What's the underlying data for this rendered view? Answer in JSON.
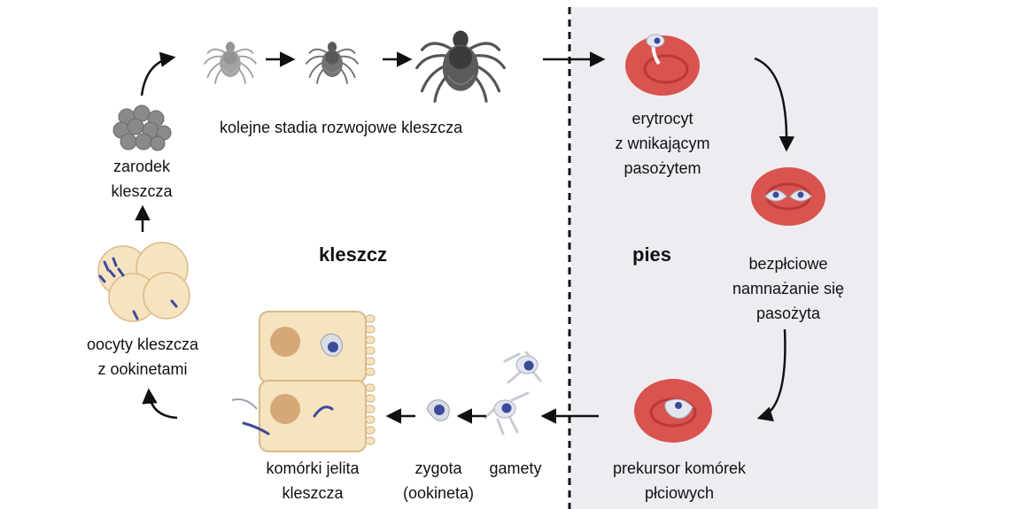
{
  "regions": {
    "tick_label": "kleszcz",
    "dog_label": "pies",
    "dog_bg": "#eeecf1"
  },
  "labels": {
    "tick_stages": "kolejne stadia rozwojowe kleszcza",
    "embryo": [
      "zarodek",
      "kleszcza"
    ],
    "oocytes": [
      "oocyty kleszcza",
      "z ookinetami"
    ],
    "gut_cells": [
      "komórki jelita",
      "kleszcza"
    ],
    "zygote": [
      "zygota",
      "(ookineta)"
    ],
    "gametes": [
      "gamety"
    ],
    "erythrocyte": [
      "erytrocyt",
      "z wnikającym",
      "pasożytem"
    ],
    "asexual": [
      "bezpłciowe",
      "namnażanie się",
      "pasożyta"
    ],
    "precursor": [
      "prekursor komórek",
      "płciowych"
    ]
  },
  "colors": {
    "rbc": "#d9534f",
    "rbc_dark": "#b83a36",
    "parasite": "#3c4a9a",
    "cell": "#f6e3bf",
    "cell_border": "#d9b98a",
    "nucleus": "#d7a877",
    "tick": "#6a6a6a",
    "arrow": "#111111"
  }
}
